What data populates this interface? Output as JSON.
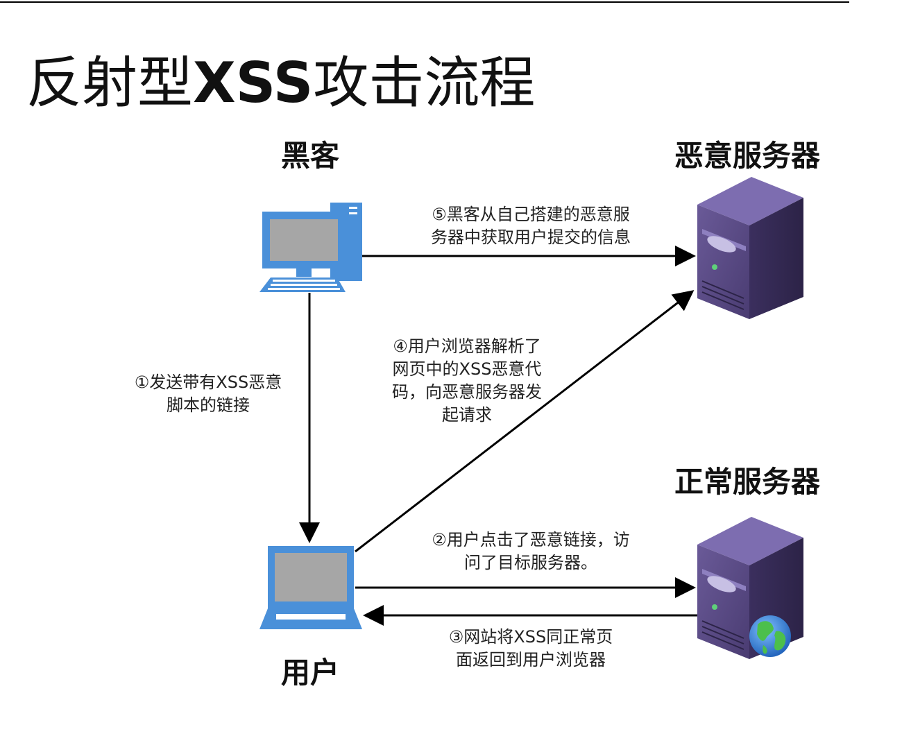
{
  "title": {
    "part1": "反射型",
    "part2": "XSS",
    "part3": "攻击流程"
  },
  "nodes": {
    "hacker": "黑客",
    "malicious_server": "恶意服务器",
    "normal_server": "正常服务器",
    "user": "用户"
  },
  "steps": {
    "step1": [
      "①发送带有XSS恶意",
      "脚本的链接"
    ],
    "step2": [
      "②用户点击了恶意链接，访",
      "问了目标服务器。"
    ],
    "step3": [
      "③网站将XSS同正常页",
      "面返回到用户浏览器"
    ],
    "step4": [
      "④用户浏览器解析了",
      "网页中的XSS恶意代",
      "码，向恶意服务器发",
      "起请求"
    ],
    "step5": [
      "⑤黑客从自己搭建的恶意服",
      "务器中获取用户提交的信息"
    ]
  },
  "colors": {
    "computer_blue": "#4a90d9",
    "screen_gray": "#a6a6a6",
    "server_purple": "#5b4a87",
    "arrow": "#000000"
  },
  "icons": {
    "hacker": "desktop-computer-icon",
    "user": "laptop-icon",
    "malicious_server": "server-tower-icon",
    "normal_server": "server-tower-with-globe-icon"
  }
}
